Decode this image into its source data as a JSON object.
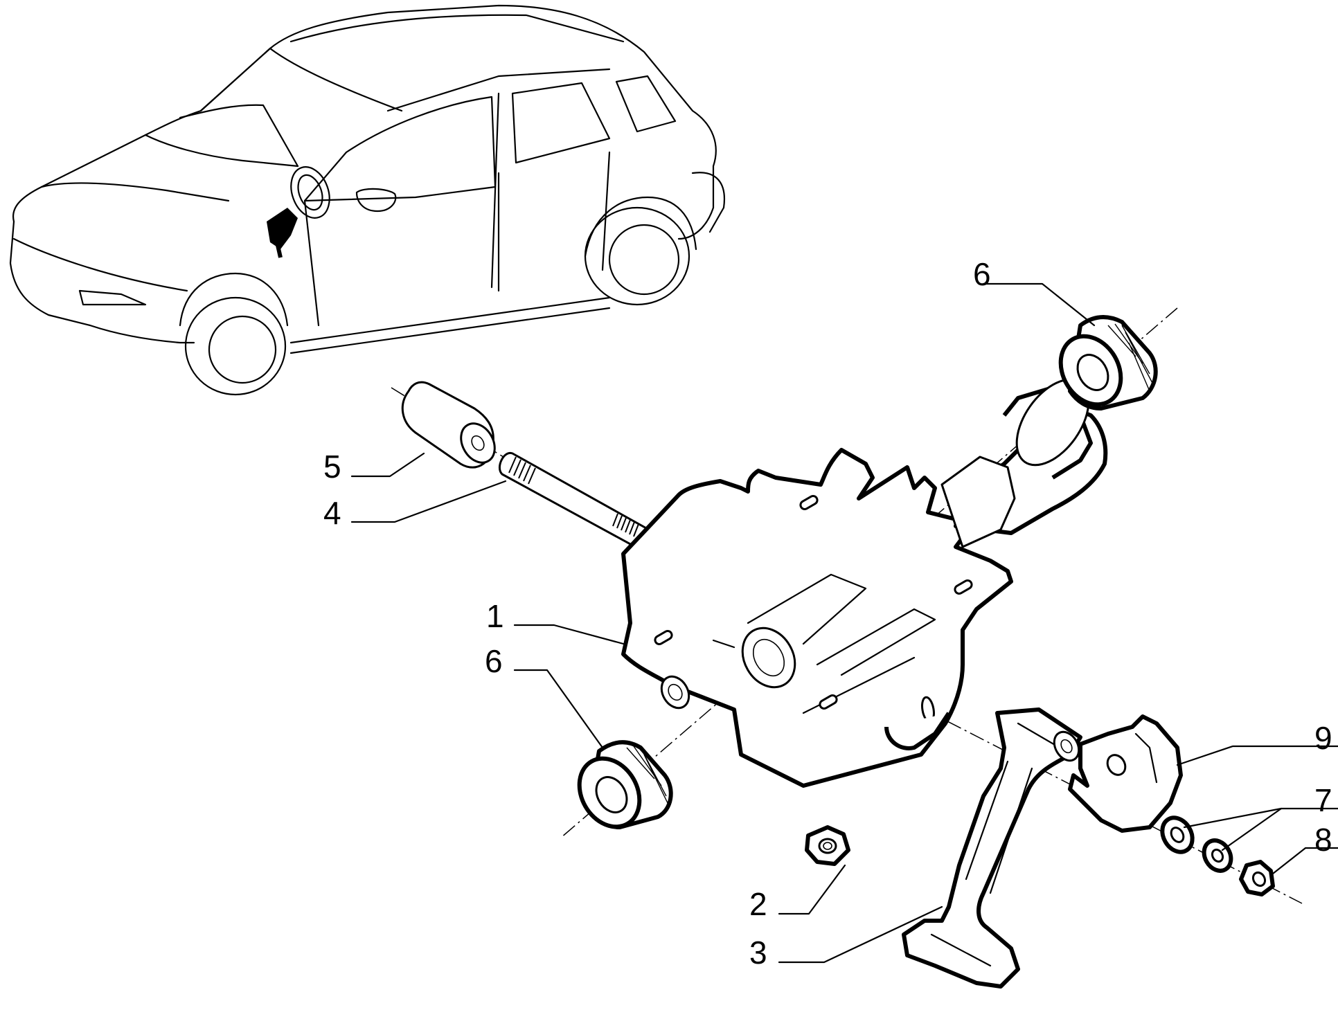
{
  "callouts": [
    {
      "id": "item-1",
      "label": "1"
    },
    {
      "id": "item-2",
      "label": "2"
    },
    {
      "id": "item-3",
      "label": "3"
    },
    {
      "id": "item-4",
      "label": "4"
    },
    {
      "id": "item-5",
      "label": "5"
    },
    {
      "id": "item-6-top",
      "label": "6"
    },
    {
      "id": "item-6-bottom",
      "label": "6"
    },
    {
      "id": "item-7",
      "label": "7"
    },
    {
      "id": "item-8",
      "label": "8"
    },
    {
      "id": "item-9",
      "label": "9"
    }
  ]
}
